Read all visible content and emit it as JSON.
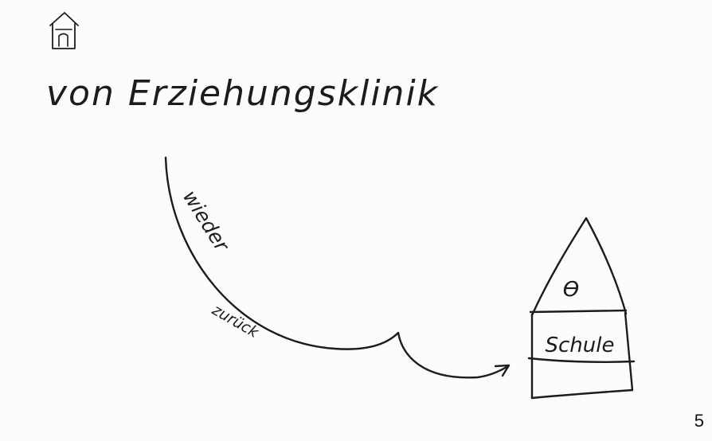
{
  "title": "von Erziehungsklinik",
  "arrow_label_upper": "wieder",
  "arrow_label_lower": "zurück",
  "school_symbol": "ϴ",
  "school_label": "Schule",
  "page_number": "5",
  "icons": {
    "top_left": "house-icon",
    "destination": "school-building-icon"
  },
  "colors": {
    "ink": "#1c1c1c",
    "paper": "#fcfcfb"
  }
}
